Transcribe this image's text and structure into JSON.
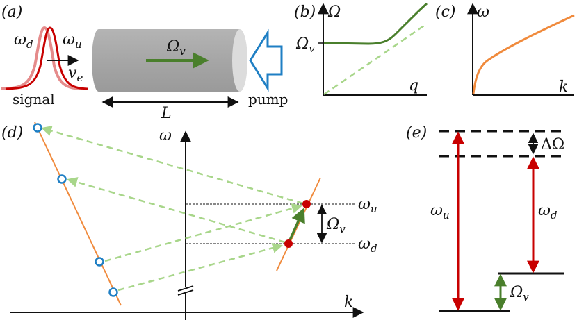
{
  "panels": {
    "a": "(a)",
    "b": "(b)",
    "c": "(c)",
    "d": "(d)",
    "e": "(e)"
  },
  "panel_a": {
    "omega_d": "ω",
    "omega_d_sub": "d",
    "omega_u": "ω",
    "omega_u_sub": "u",
    "v_e": "v",
    "v_e_sub": "e",
    "Omega_v": "Ω",
    "Omega_v_sub": "v",
    "signal": "signal",
    "pump": "pump",
    "L": "L"
  },
  "panel_b": {
    "y_axis": "Ω",
    "x_axis": "q",
    "tick": "Ω",
    "tick_sub": "v"
  },
  "panel_c": {
    "y_axis": "ω",
    "x_axis": "k"
  },
  "panel_d": {
    "y_axis": "ω",
    "x_axis": "k",
    "omega_u": "ω",
    "omega_u_sub": "u",
    "omega_d": "ω",
    "omega_d_sub": "d",
    "Omega_v": "Ω",
    "Omega_v_sub": "v"
  },
  "panel_e": {
    "delta_Omega": "ΔΩ",
    "omega_u": "ω",
    "omega_u_sub": "u",
    "omega_d": "ω",
    "omega_d_sub": "d",
    "Omega_v": "Ω",
    "Omega_v_sub": "v"
  },
  "colors": {
    "orange": "#f08a3c",
    "green": "#4a7f2c",
    "light_green": "#a8d68a",
    "red": "#c80000",
    "blue": "#1f7fc4",
    "gray": "#a9a9a9"
  }
}
